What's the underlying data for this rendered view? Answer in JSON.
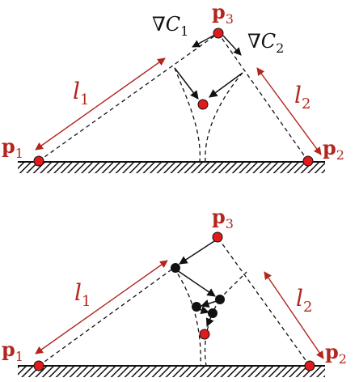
{
  "colors": {
    "accent_red": "#b3261e",
    "point_red": "#e11b1b",
    "ink": "#111111"
  },
  "top_panel": {
    "points": {
      "p1": {
        "letter": "p",
        "sub": "1"
      },
      "p2": {
        "letter": "p",
        "sub": "2"
      },
      "p3": {
        "letter": "p",
        "sub": "3"
      }
    },
    "lengths": {
      "l1": {
        "letter": "l",
        "sub": "1"
      },
      "l2": {
        "letter": "l",
        "sub": "2"
      }
    },
    "gradients": {
      "grad1": {
        "symbol": "∇",
        "letter": "C",
        "sub": "1"
      },
      "grad2": {
        "symbol": "∇",
        "letter": "C",
        "sub": "2"
      }
    }
  },
  "bottom_panel": {
    "points": {
      "p1": {
        "letter": "p",
        "sub": "1"
      },
      "p2": {
        "letter": "p",
        "sub": "2"
      },
      "p3": {
        "letter": "p",
        "sub": "3"
      }
    },
    "lengths": {
      "l1": {
        "letter": "l",
        "sub": "1"
      },
      "l2": {
        "letter": "l",
        "sub": "2"
      }
    }
  },
  "icons": {
    "ground": "hatched-ground-icon",
    "point": "circle-point-icon"
  }
}
